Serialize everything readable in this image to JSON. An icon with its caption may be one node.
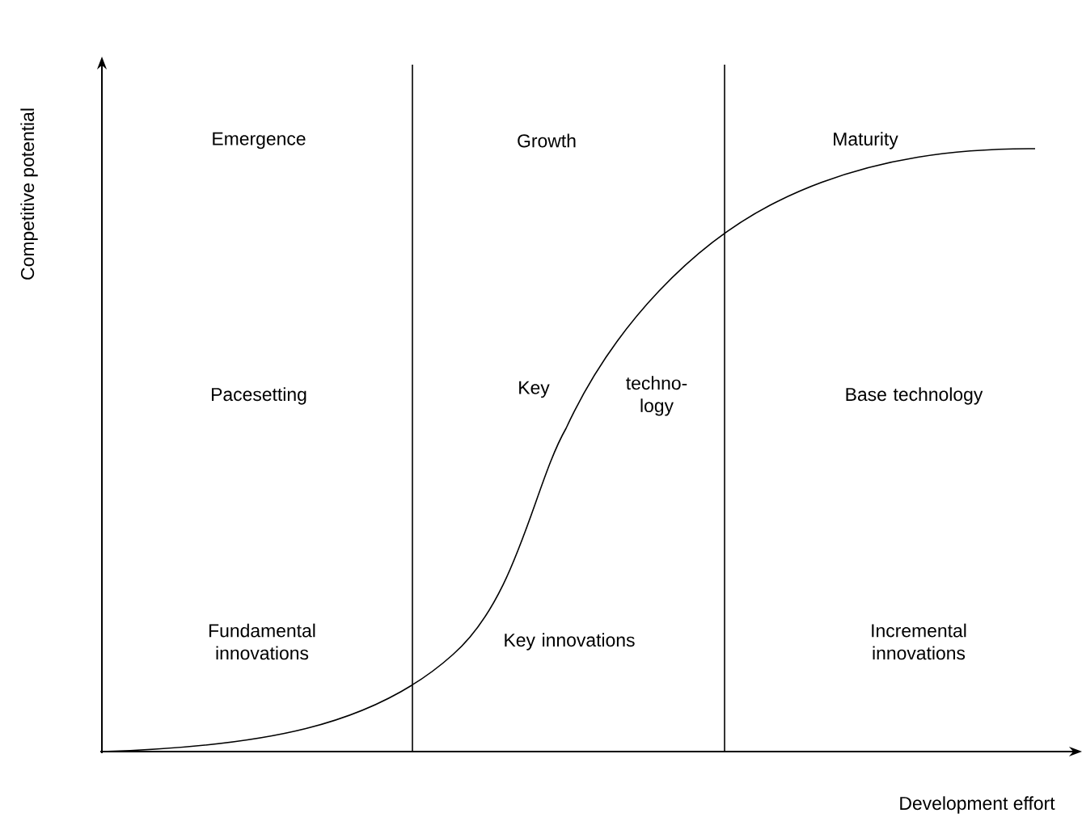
{
  "diagram": {
    "labels": [
      "Competitive potential",
      "Emergence",
      "Growth",
      "Maturity",
      "Pacesetting",
      "Key",
      "techno- logy",
      "Base technology",
      "Fundamental innovations",
      "Key innovations",
      "Incremental innovations",
      "Development effort"
    ]
  }
}
